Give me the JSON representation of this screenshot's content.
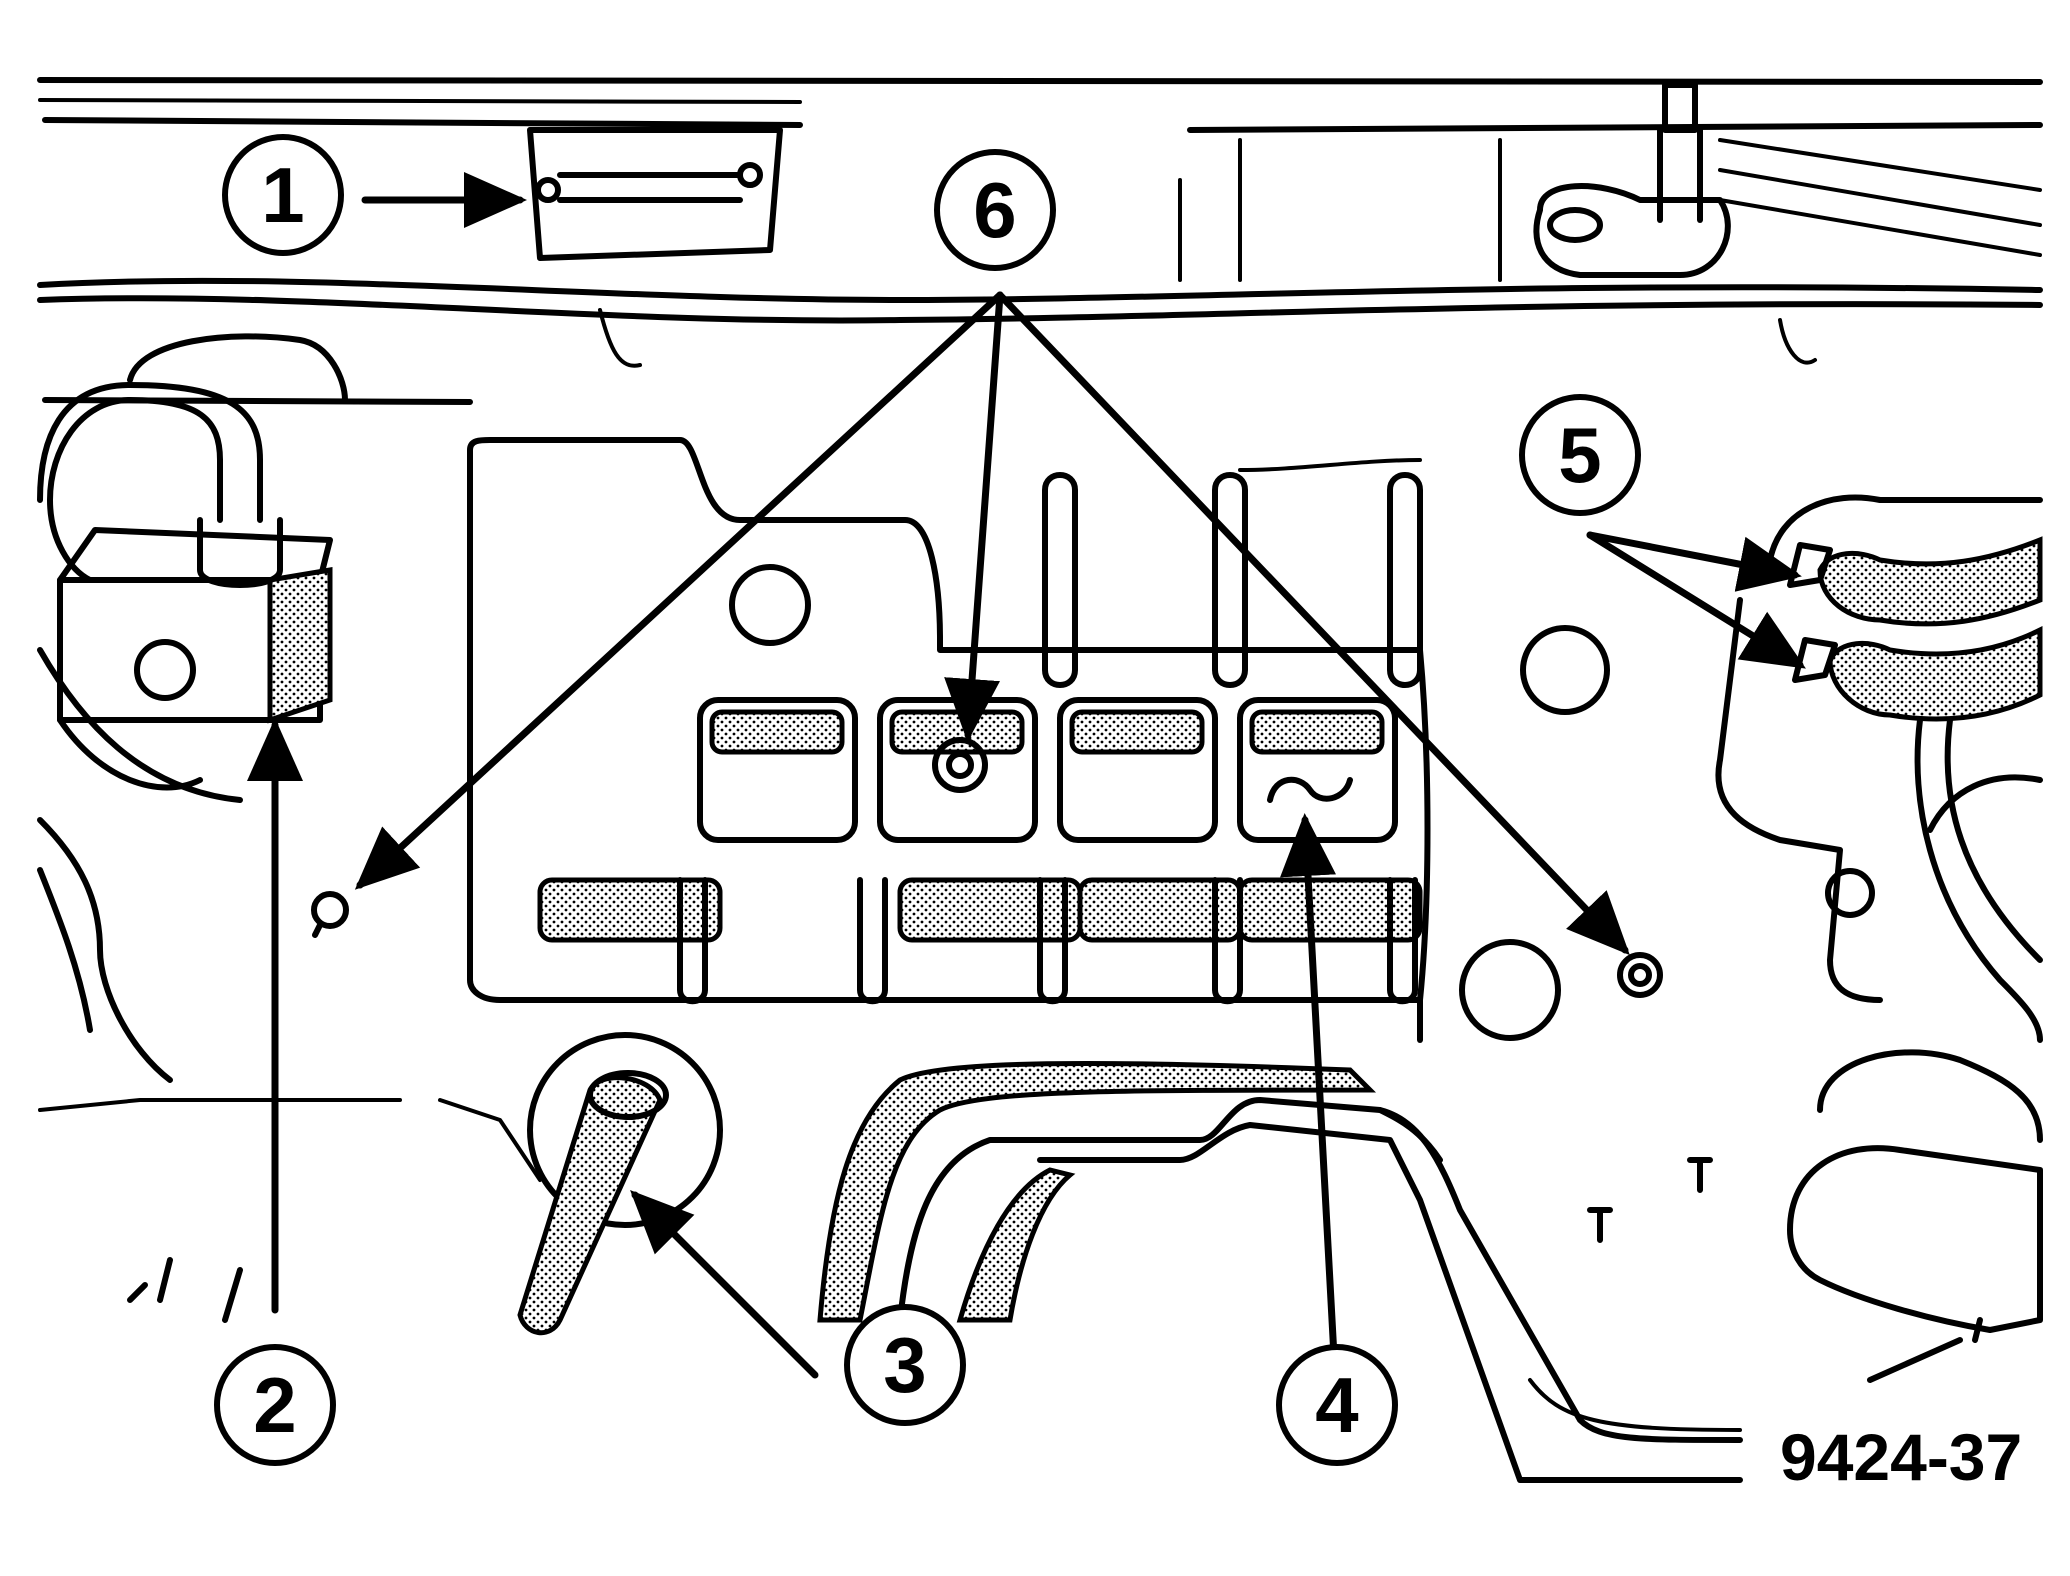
{
  "figure_id": "9424-37",
  "callouts": [
    {
      "number": "1"
    },
    {
      "number": "2"
    },
    {
      "number": "3"
    },
    {
      "number": "4"
    },
    {
      "number": "5"
    },
    {
      "number": "6"
    }
  ]
}
